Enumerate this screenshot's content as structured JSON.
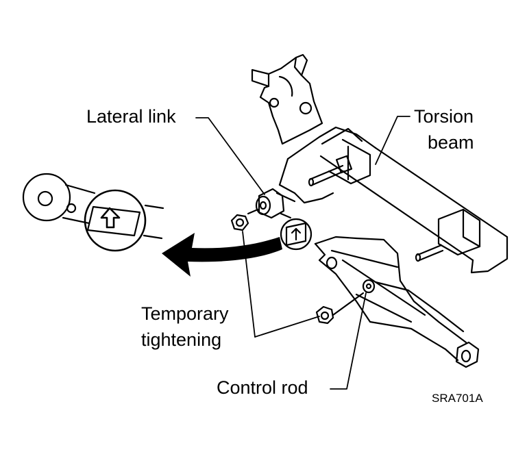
{
  "labels": {
    "lateral_link": "Lateral link",
    "torsion_beam_line1": "Torsion",
    "torsion_beam_line2": "beam",
    "temporary_line1": "Temporary",
    "temporary_line2": "tightening",
    "control_rod": "Control rod"
  },
  "figure_code": "SRA701A",
  "colors": {
    "ink": "#000000",
    "paper": "#ffffff"
  },
  "icons": {
    "direction_mark": "up-arrow-icon"
  }
}
